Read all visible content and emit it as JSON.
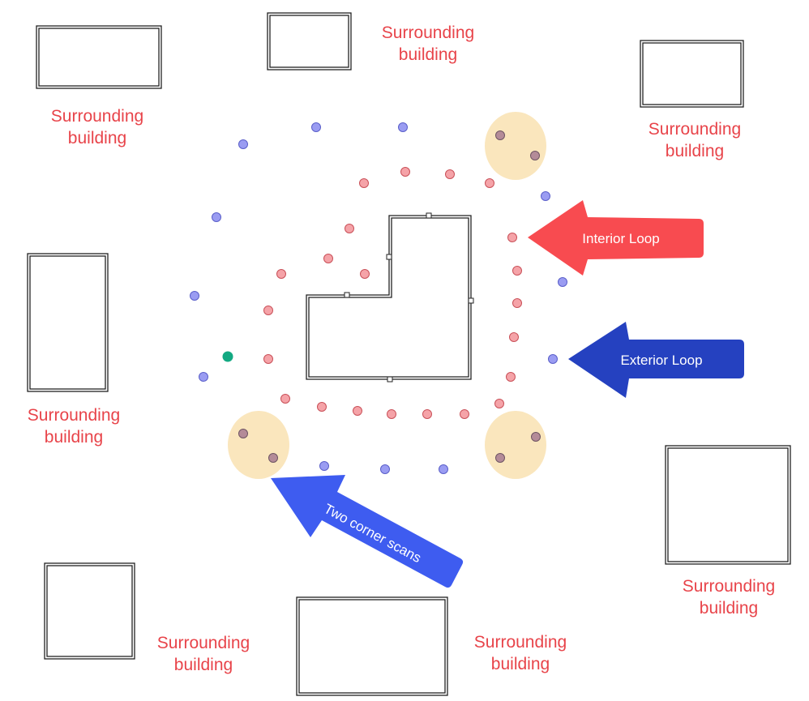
{
  "colors": {
    "building_label": "#e8444a",
    "interior_marker": "#f5a3a8",
    "interior_marker_stroke": "#c95058",
    "exterior_marker": "#9a9cf2",
    "exterior_marker_stroke": "#5a5fc9",
    "corner_marker": "#b48b98",
    "corner_marker_stroke": "#6e5563",
    "corner_zone": "#fae6bd",
    "start_marker": "#13a982",
    "interior_arrow": "#f84b50",
    "exterior_arrow": "#2541c0",
    "corner_arrow": "#3e5cf0"
  },
  "surrounding_buildings": [
    {
      "id": "building-top-left",
      "label_lines": [
        "Surrounding",
        "building"
      ]
    },
    {
      "id": "building-top-center",
      "label_lines": [
        "Surrounding",
        "building"
      ]
    },
    {
      "id": "building-top-right",
      "label_lines": [
        "Surrounding",
        "building"
      ]
    },
    {
      "id": "building-left",
      "label_lines": [
        "Surrounding",
        "building"
      ]
    },
    {
      "id": "building-right",
      "label_lines": [
        "Surrounding",
        "building"
      ]
    },
    {
      "id": "building-bottom-left",
      "label_lines": [
        "Surrounding",
        "building"
      ]
    },
    {
      "id": "building-bottom-center",
      "label_lines": [
        "Surrounding",
        "building"
      ]
    }
  ],
  "arrows": {
    "interior": {
      "label": "Interior Loop"
    },
    "exterior": {
      "label": "Exterior Loop"
    },
    "corner": {
      "label": "Two corner scans"
    }
  }
}
